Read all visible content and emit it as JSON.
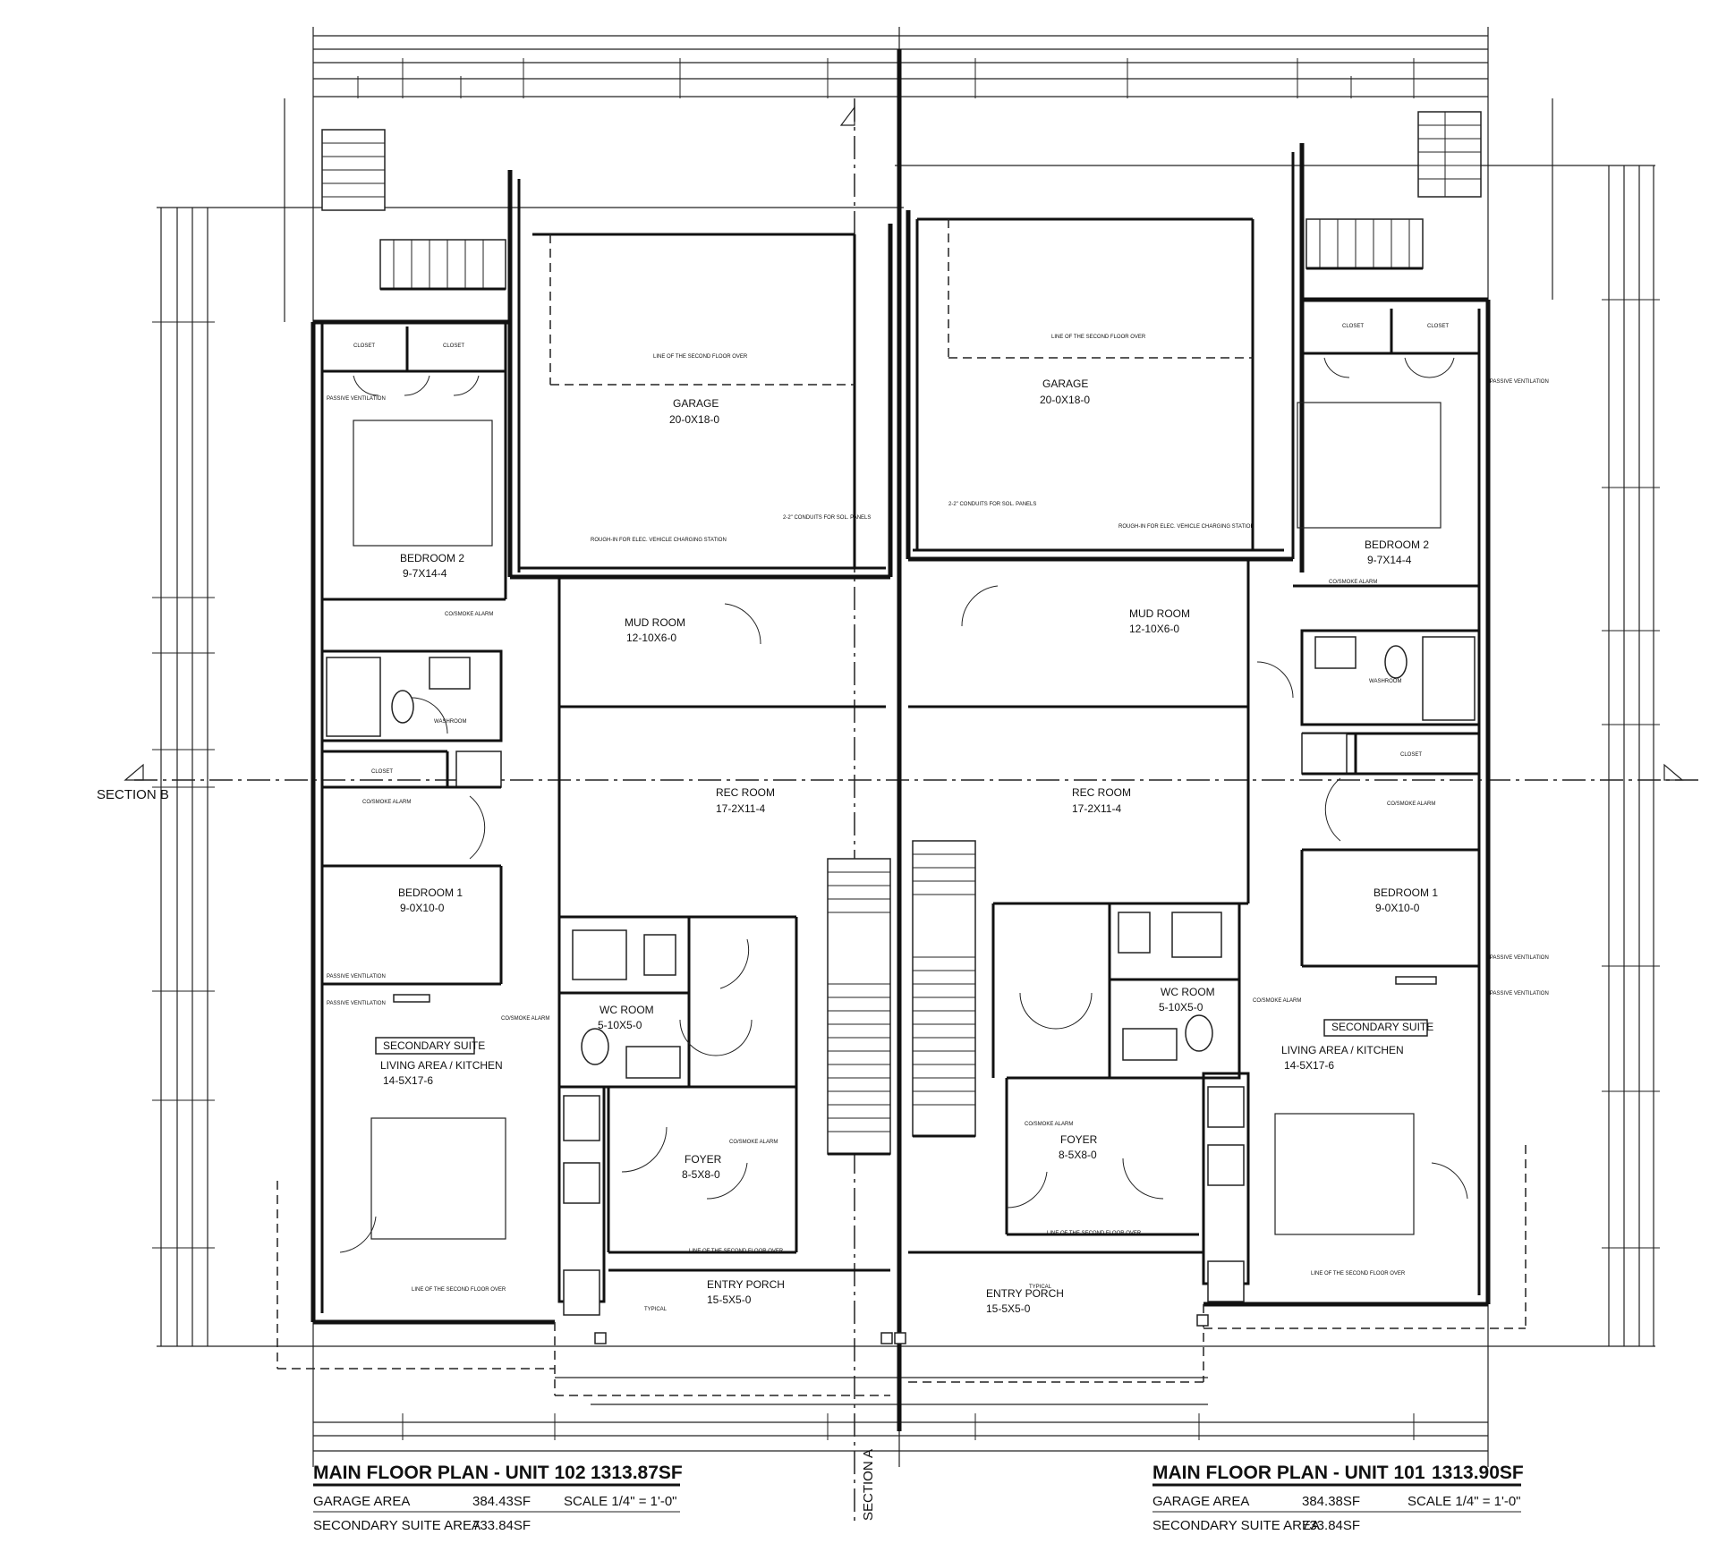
{
  "sections": {
    "b": "SECTION B",
    "a": "SECTION A"
  },
  "unit102": {
    "rooms": {
      "garage": "GARAGE",
      "garage_dim": "20-0X18-0",
      "mud_room": "MUD ROOM",
      "mud_dim": "12-10X6-0",
      "bedroom2": "BEDROOM 2",
      "bedroom2_dim": "9-7X14-4",
      "rec_room": "REC ROOM",
      "rec_dim": "17-2X11-4",
      "bedroom1": "BEDROOM 1",
      "bedroom1_dim": "9-0X10-0",
      "wc_room": "WC ROOM",
      "wc_dim": "5-10X5-0",
      "secondary_suite": "SECONDARY SUITE",
      "living": "LIVING AREA / KITCHEN",
      "living_dim": "14-5X17-6",
      "foyer": "FOYER",
      "foyer_dim": "8-5X8-0",
      "entry_porch": "ENTRY PORCH",
      "entry_dim": "15-5X5-0"
    },
    "title": "MAIN FLOOR PLAN - UNIT 102",
    "area": "1313.87SF",
    "garage_label": "GARAGE AREA",
    "garage_value": "384.43SF",
    "suite_label": "SECONDARY SUITE AREA",
    "suite_value": "733.84SF",
    "scale": "SCALE 1/4\" = 1'-0\""
  },
  "unit101": {
    "rooms": {
      "garage": "GARAGE",
      "garage_dim": "20-0X18-0",
      "mud_room": "MUD ROOM",
      "mud_dim": "12-10X6-0",
      "bedroom2": "BEDROOM 2",
      "bedroom2_dim": "9-7X14-4",
      "rec_room": "REC ROOM",
      "rec_dim": "17-2X11-4",
      "bedroom1": "BEDROOM 1",
      "bedroom1_dim": "9-0X10-0",
      "wc_room": "WC ROOM",
      "wc_dim": "5-10X5-0",
      "secondary_suite": "SECONDARY SUITE",
      "living": "LIVING AREA / KITCHEN",
      "living_dim": "14-5X17-6",
      "foyer": "FOYER",
      "foyer_dim": "8-5X8-0",
      "entry_porch": "ENTRY PORCH",
      "entry_dim": "15-5X5-0"
    },
    "title": "MAIN FLOOR PLAN - UNIT 101",
    "area": "1313.90SF",
    "garage_label": "GARAGE AREA",
    "garage_value": "384.38SF",
    "suite_label": "SECONDARY SUITE AREA",
    "suite_value": "733.84SF",
    "scale": "SCALE 1/4\" = 1'-0\""
  },
  "labels": {
    "closet": "CLOSET",
    "washroom": "WASHROOM",
    "second_floor": "LINE OF THE SECOND FLOOR OVER",
    "vent": "PASSIVE VENTILATION",
    "smoke": "CO/SMOKE ALARM",
    "typical": "TYPICAL",
    "conduits": "2-2\" CONDUITS FOR SOL. PANELS",
    "ev": "ROUGH-IN FOR ELEC. VEHICLE CHARGING STATION"
  }
}
